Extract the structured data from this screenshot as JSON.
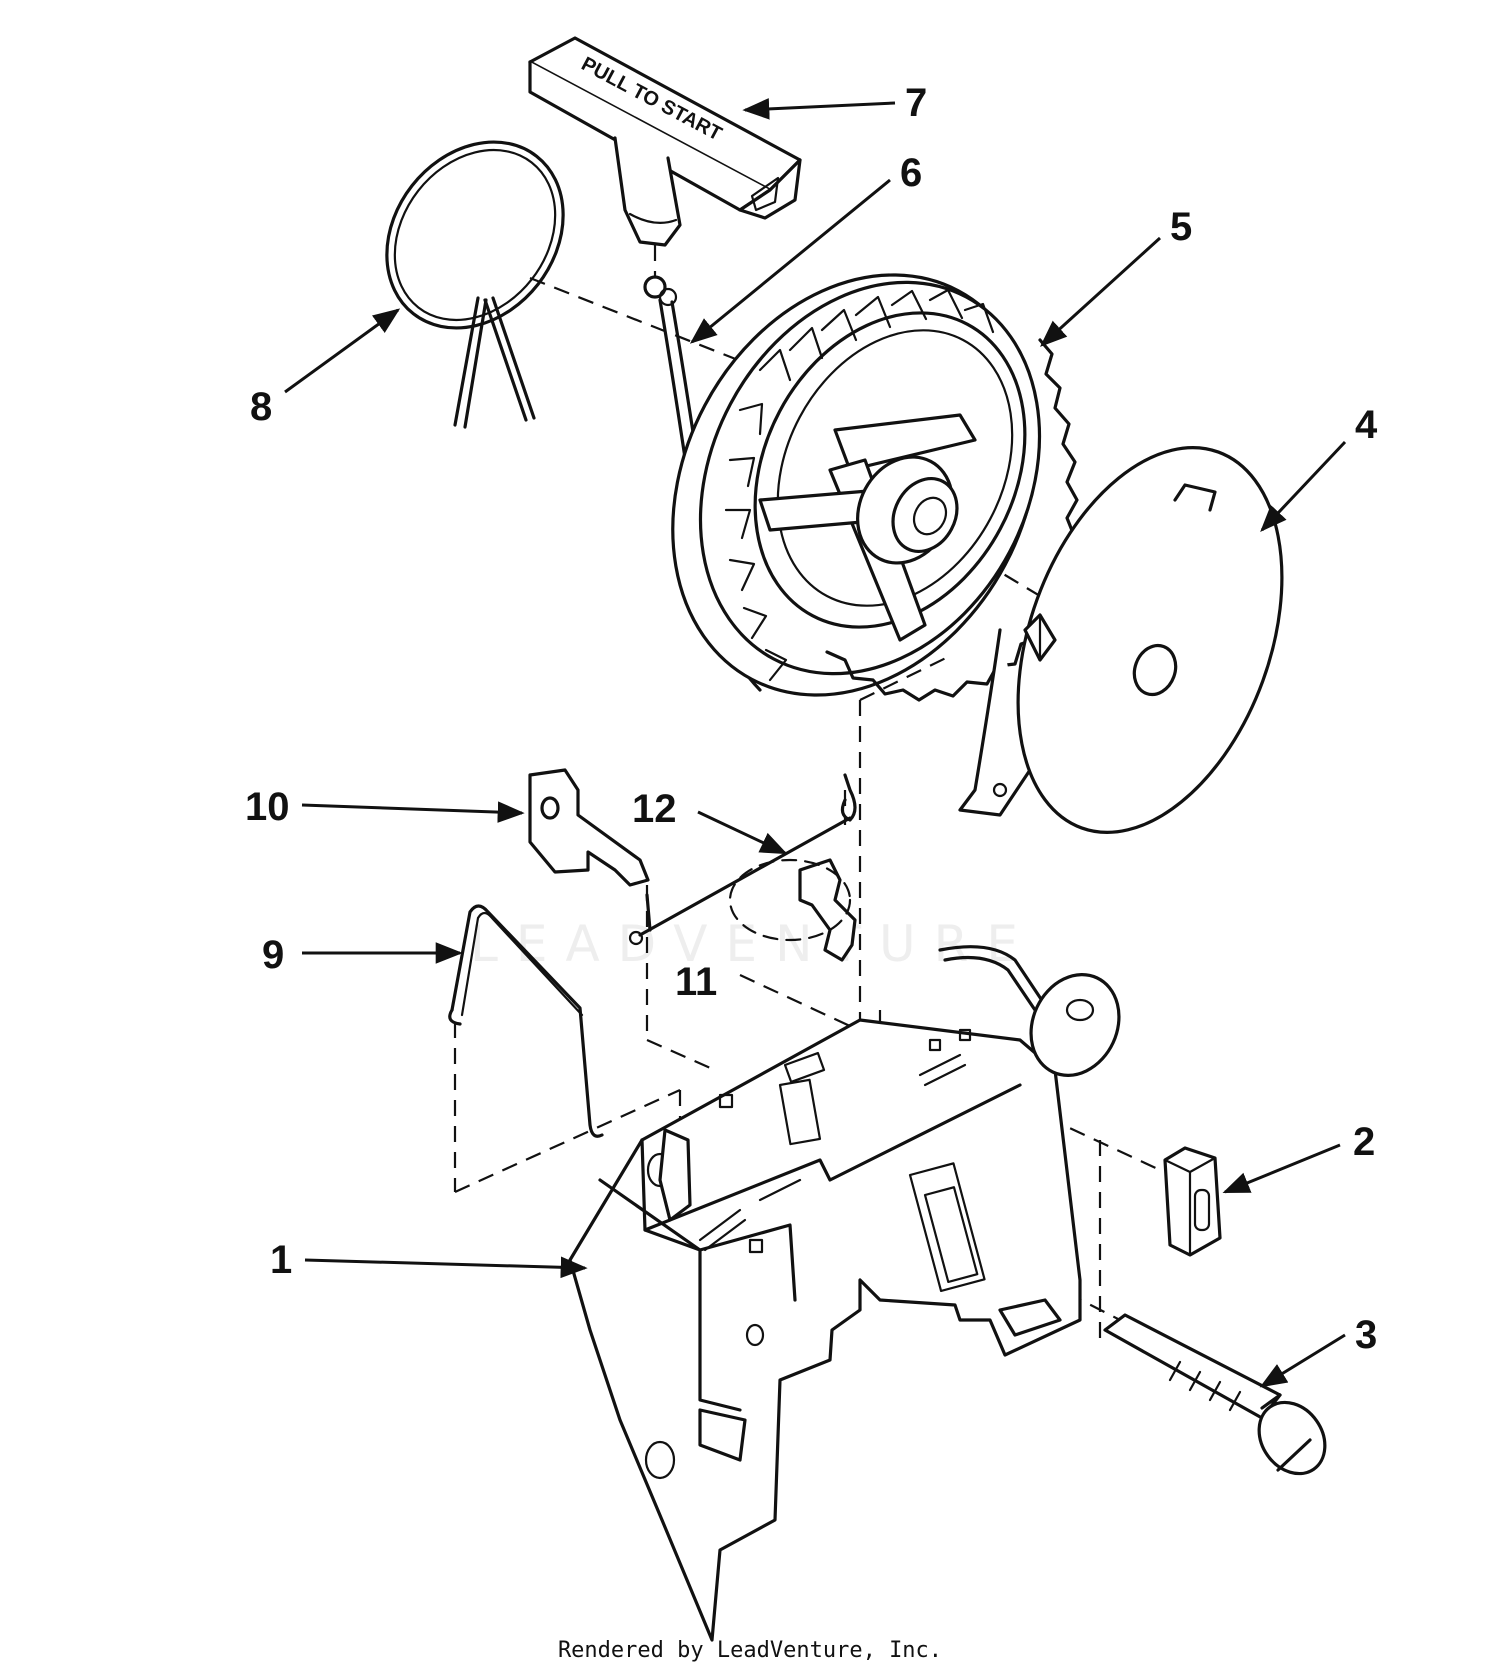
{
  "diagram": {
    "handle_text": "PULL TO START",
    "parts": [
      {
        "number": "1"
      },
      {
        "number": "2"
      },
      {
        "number": "3"
      },
      {
        "number": "4"
      },
      {
        "number": "5"
      },
      {
        "number": "6"
      },
      {
        "number": "7"
      },
      {
        "number": "8"
      },
      {
        "number": "9"
      },
      {
        "number": "10"
      },
      {
        "number": "11"
      },
      {
        "number": "12"
      }
    ]
  },
  "watermark": {
    "text": "LEADVENTURE"
  },
  "footer": {
    "credit": "Rendered by LeadVenture, Inc."
  }
}
